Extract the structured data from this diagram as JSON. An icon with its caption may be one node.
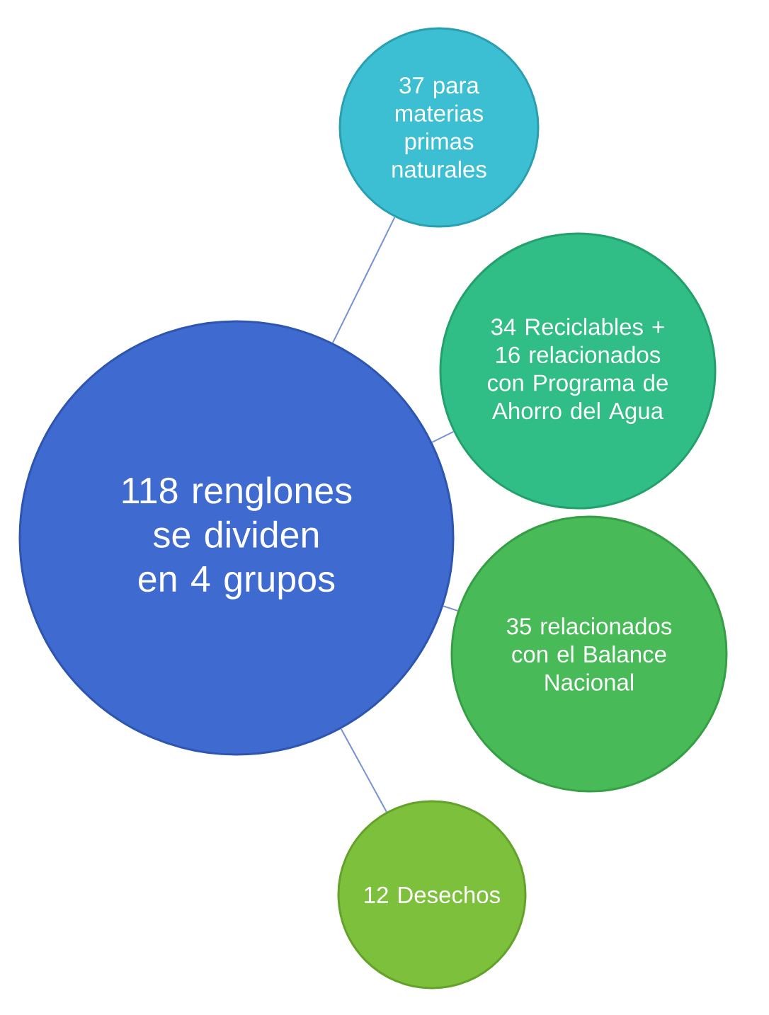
{
  "diagram": {
    "nodes": [
      {
        "text": [
          "118 renglones se dividen en 4 grupos"
        ]
      },
      {
        "text": [
          "37 para materias primas naturales"
        ]
      },
      {
        "text": [
          "34 Reciclables + 16 relacionados con Programa de Ahorro del Agua"
        ]
      },
      {
        "text": [
          "35 relacionados con el Balance Nacional"
        ]
      },
      {
        "text": [
          "12 Desechos"
        ]
      }
    ],
    "edges": [
      {
        "from": 0,
        "to": 1,
        "arrow": "none"
      },
      {
        "from": 0,
        "to": 2,
        "arrow": "none"
      },
      {
        "from": 0,
        "to": 3,
        "arrow": "none"
      },
      {
        "from": 0,
        "to": 4,
        "arrow": "none"
      }
    ]
  }
}
